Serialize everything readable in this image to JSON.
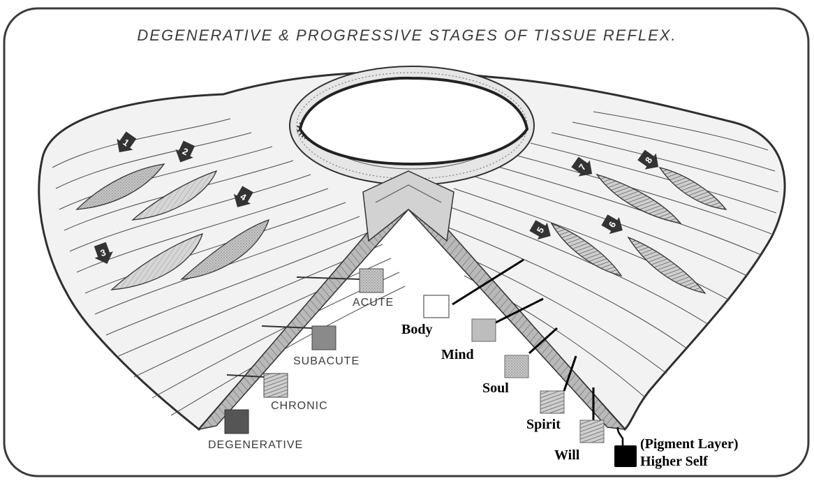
{
  "title": "DEGENERATIVE & PROGRESSIVE STAGES OF TISSUE REFLEX.",
  "stages": [
    {
      "label": "ACUTE",
      "swatch": "#a8a8a8"
    },
    {
      "label": "SUBACUTE",
      "swatch": "#8a8a8a"
    },
    {
      "label": "CHRONIC",
      "swatch": "#6e6e6e"
    },
    {
      "label": "DEGENERATIVE",
      "swatch": "#555555"
    }
  ],
  "layers": [
    {
      "label": "Body",
      "swatch": "#ffffff"
    },
    {
      "label": "Mind",
      "swatch": "#bdbdbd"
    },
    {
      "label": "Soul",
      "swatch": "#a0a0a0"
    },
    {
      "label": "Spirit",
      "swatch": "#808080"
    },
    {
      "label": "Will",
      "swatch": "#666666"
    },
    {
      "label": "(Pigment Layer)",
      "swatch": "#000000"
    },
    {
      "label": "Higher Self",
      "swatch": "#000000"
    }
  ],
  "numbered_markers": [
    "1",
    "2",
    "3",
    "4",
    "5",
    "6",
    "7",
    "8"
  ]
}
